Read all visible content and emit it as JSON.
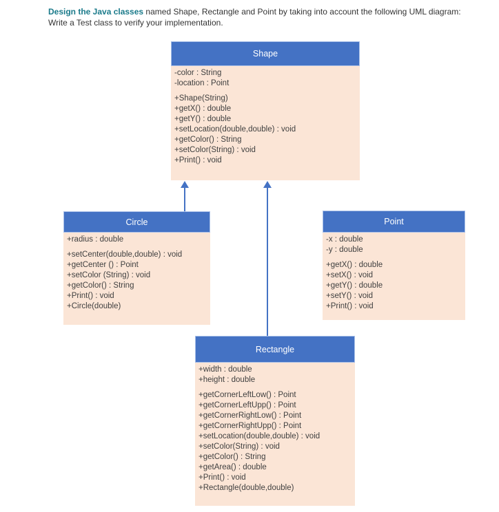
{
  "instruction": {
    "highlight": "Design the Java classes",
    "rest": " named Shape, Rectangle and Point by taking into account the following UML diagram: Write a Test class to verify your implementation."
  },
  "colors": {
    "header_blue": "#4472C4",
    "body_peach": "#FBE5D6",
    "arrow_blue": "#4472C4",
    "member_text": "#404040",
    "heading_teal": "#1A7A8A"
  },
  "classes": [
    {
      "name": "Shape",
      "attributes": [
        "-color : String",
        "-location : Point"
      ],
      "methods": [
        "+Shape(String)",
        "+getX() : double",
        "+getY() : double",
        "+setLocation(double,double) : void",
        "+getColor() : String",
        "+setColor(String) : void",
        "+Print() : void"
      ]
    },
    {
      "name": "Circle",
      "attributes": [
        "+radius : double"
      ],
      "methods": [
        "+setCenter(double,double) : void",
        "+getCenter () : Point",
        "+setColor (String) : void",
        "+getColor() : String",
        "+Print() : void",
        "+Circle(double)"
      ]
    },
    {
      "name": "Point",
      "attributes": [
        "-x : double",
        "-y : double"
      ],
      "methods": [
        "+getX() : double",
        "+setX() : void",
        "+getY() : double",
        "+setY() : void",
        "+Print() : void"
      ]
    },
    {
      "name": "Rectangle",
      "attributes": [
        "+width : double",
        "+height : double"
      ],
      "methods": [
        "+getCornerLeftLow() : Point",
        "+getCornerLeftUpp() : Point",
        "+getCornerRightLow() : Point",
        "+getCornerRightUpp() : Point",
        "+setLocation(double,double) : void",
        "+setColor(String) : void",
        "+getColor() : String",
        "+getArea() : double",
        "+Print() : void",
        "+Rectangle(double,double)"
      ]
    }
  ],
  "relations": [
    {
      "from": "Circle",
      "to": "Shape",
      "type": "arrow-up"
    },
    {
      "from": "Rectangle",
      "to": "Shape",
      "type": "arrow-up"
    }
  ]
}
